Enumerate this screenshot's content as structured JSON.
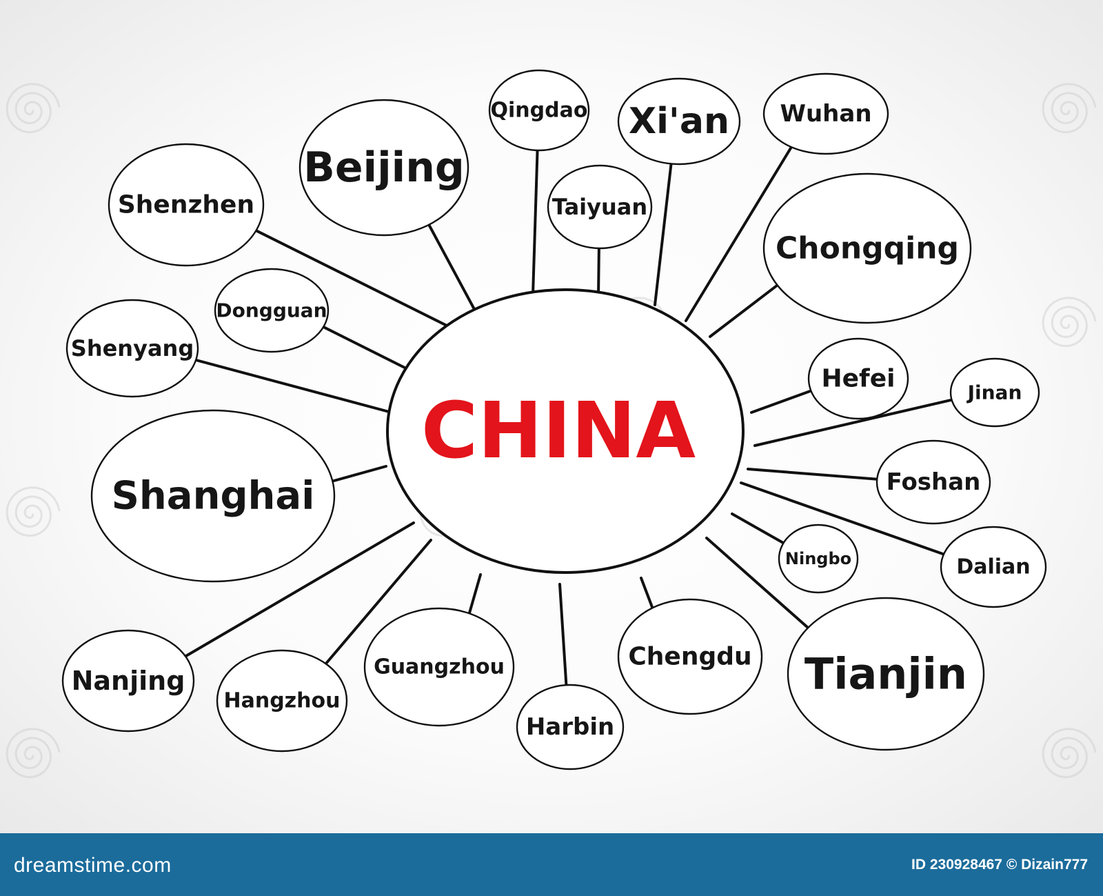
{
  "center": {
    "label": "CHINA",
    "color": "#e3141b"
  },
  "nodes": [
    {
      "label": "Beijing"
    },
    {
      "label": "Qingdao"
    },
    {
      "label": "Xi'an"
    },
    {
      "label": "Wuhan"
    },
    {
      "label": "Taiyuan"
    },
    {
      "label": "Shenzhen"
    },
    {
      "label": "Chongqing"
    },
    {
      "label": "Dongguan"
    },
    {
      "label": "Shenyang"
    },
    {
      "label": "Hefei"
    },
    {
      "label": "Jinan"
    },
    {
      "label": "Shanghai"
    },
    {
      "label": "Foshan"
    },
    {
      "label": "Ningbo"
    },
    {
      "label": "Dalian"
    },
    {
      "label": "Nanjing"
    },
    {
      "label": "Hangzhou"
    },
    {
      "label": "Guangzhou"
    },
    {
      "label": "Harbin"
    },
    {
      "label": "Chengdu"
    },
    {
      "label": "Tianjin"
    }
  ],
  "watermark": {
    "icon": "dreamstime-spiral-icon"
  },
  "footer": {
    "logo": "dreamstime.com",
    "credit": "ID 230928467 © Dizain777",
    "background": "#1b6c9b"
  }
}
